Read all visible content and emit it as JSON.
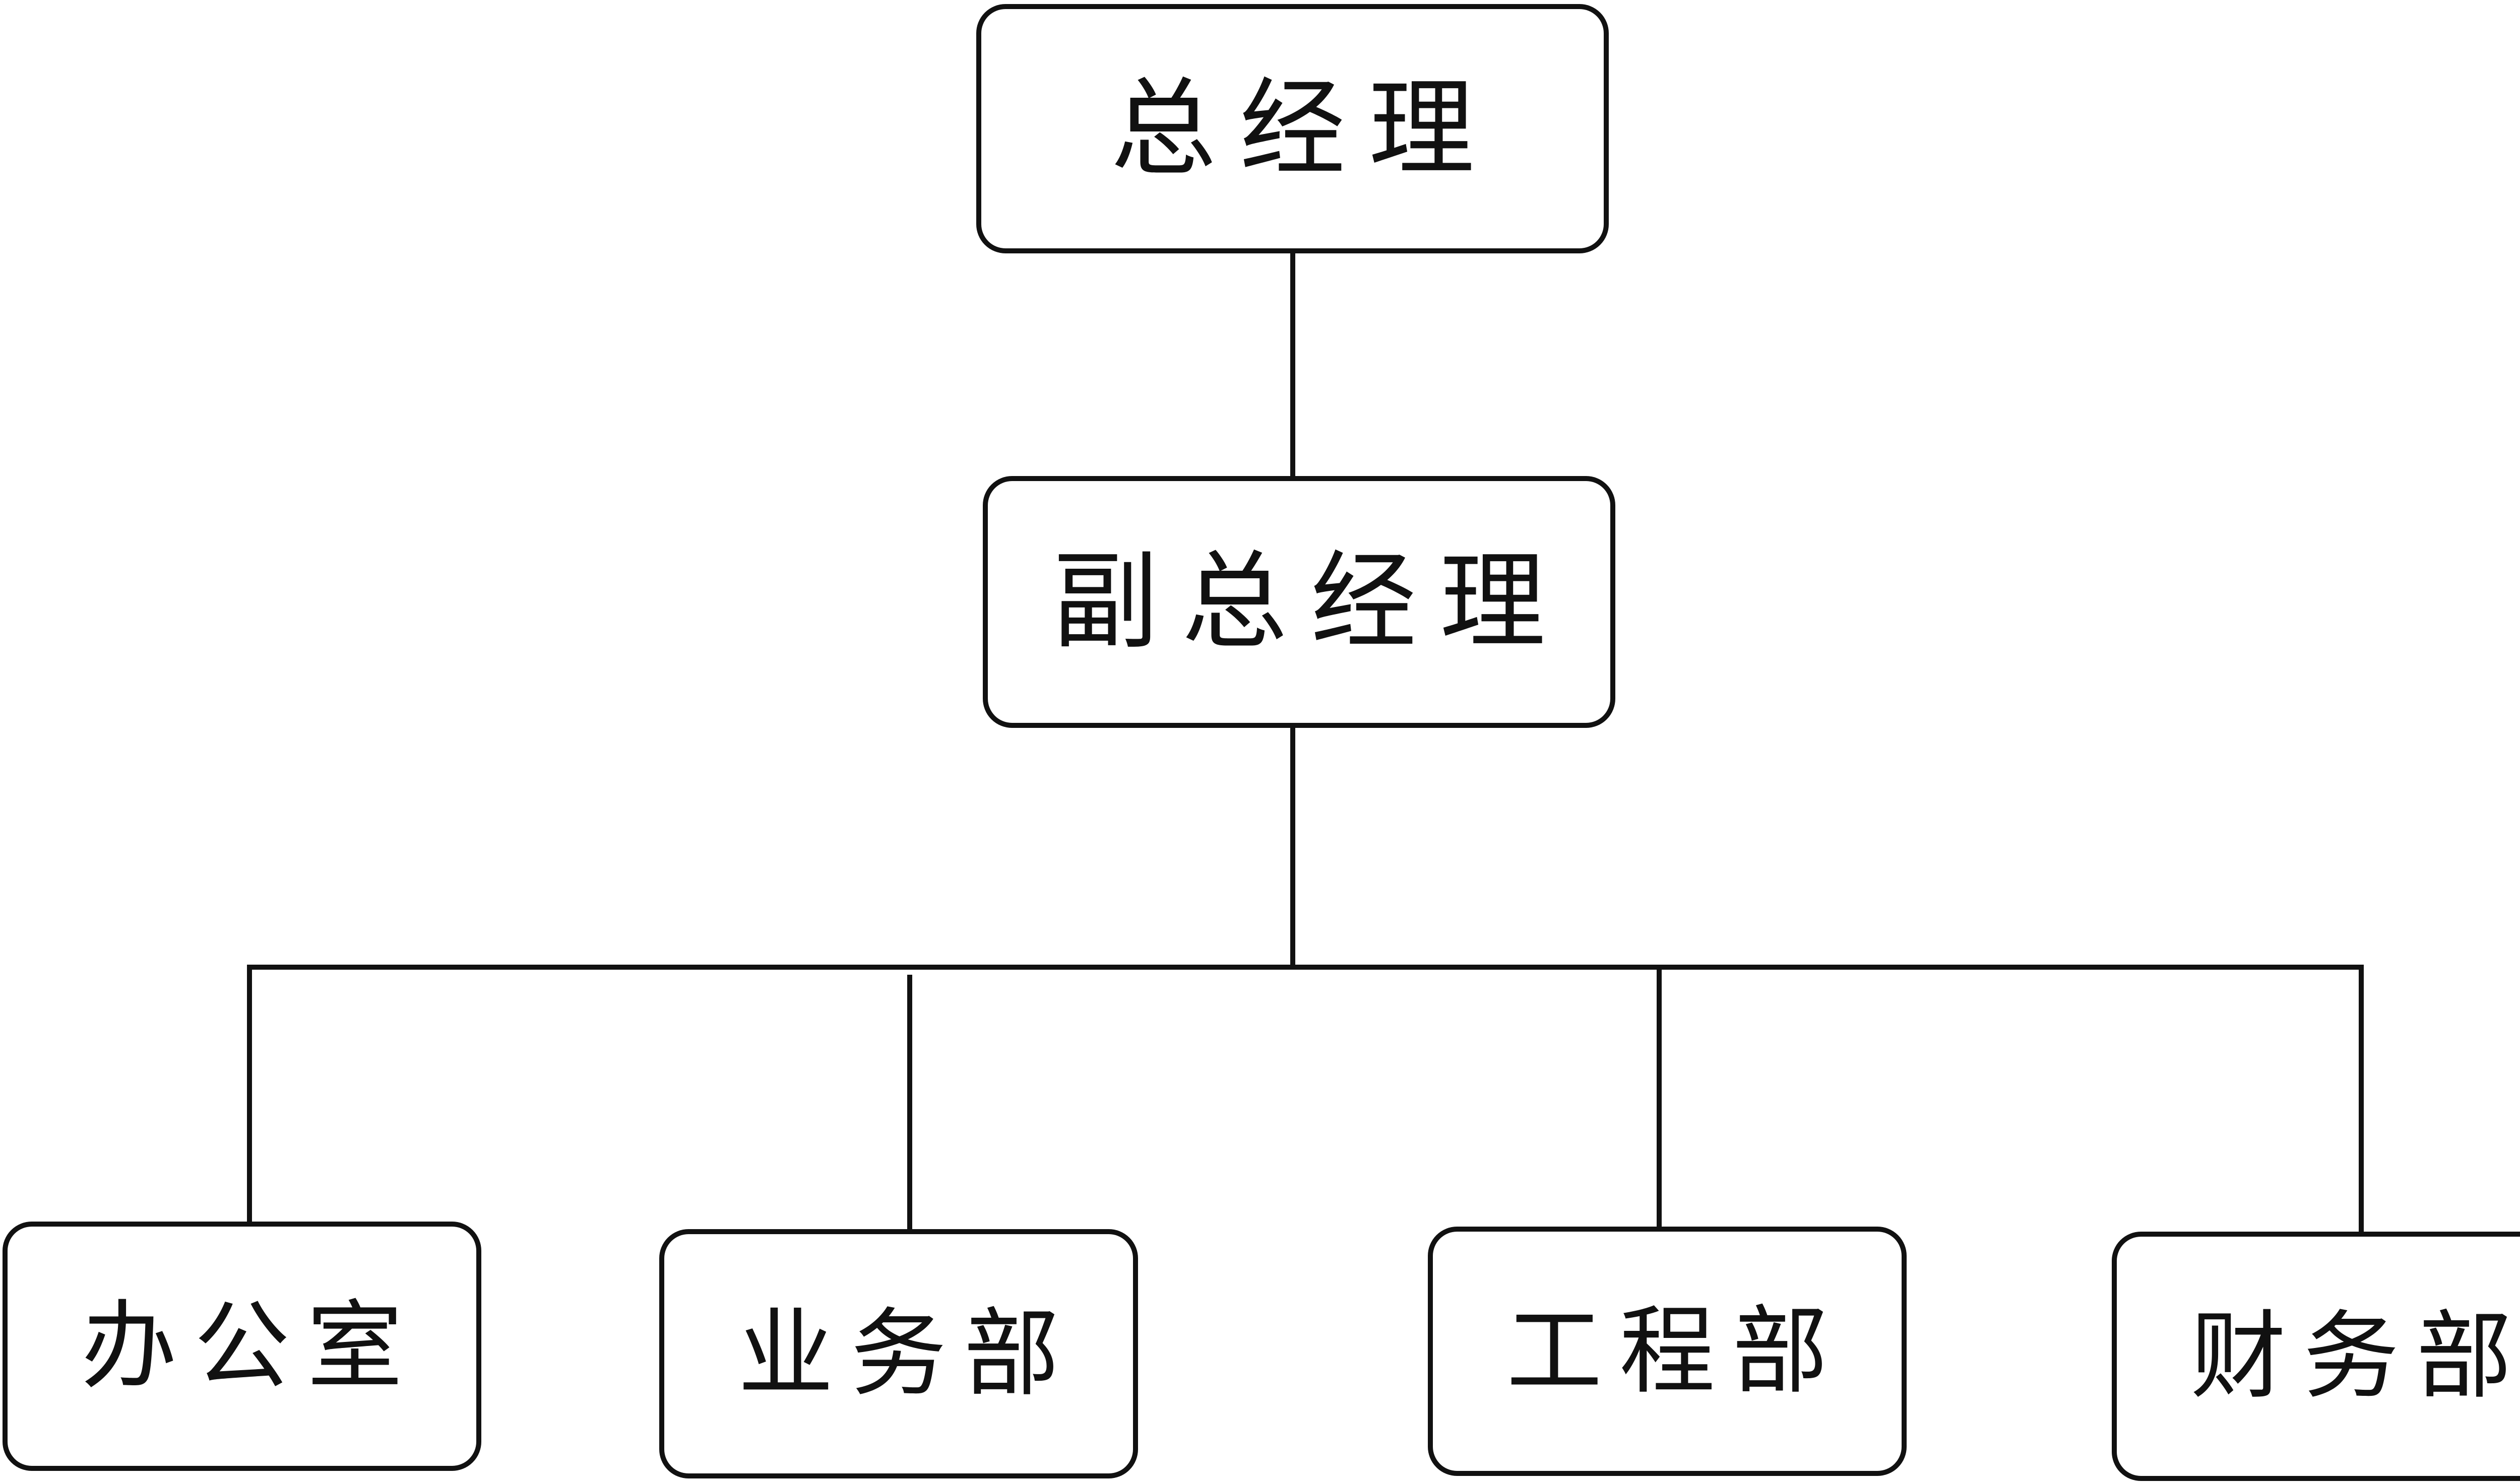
{
  "chart": {
    "nodes": {
      "general_manager": "总经理",
      "deputy_general_manager": "副总经理",
      "office": "办公室",
      "business_department": "业务部",
      "engineering_department": "工程部",
      "finance_department": "财务部"
    }
  },
  "colors": {
    "line": "#111111",
    "background": "#ffffff",
    "text": "#111111"
  }
}
